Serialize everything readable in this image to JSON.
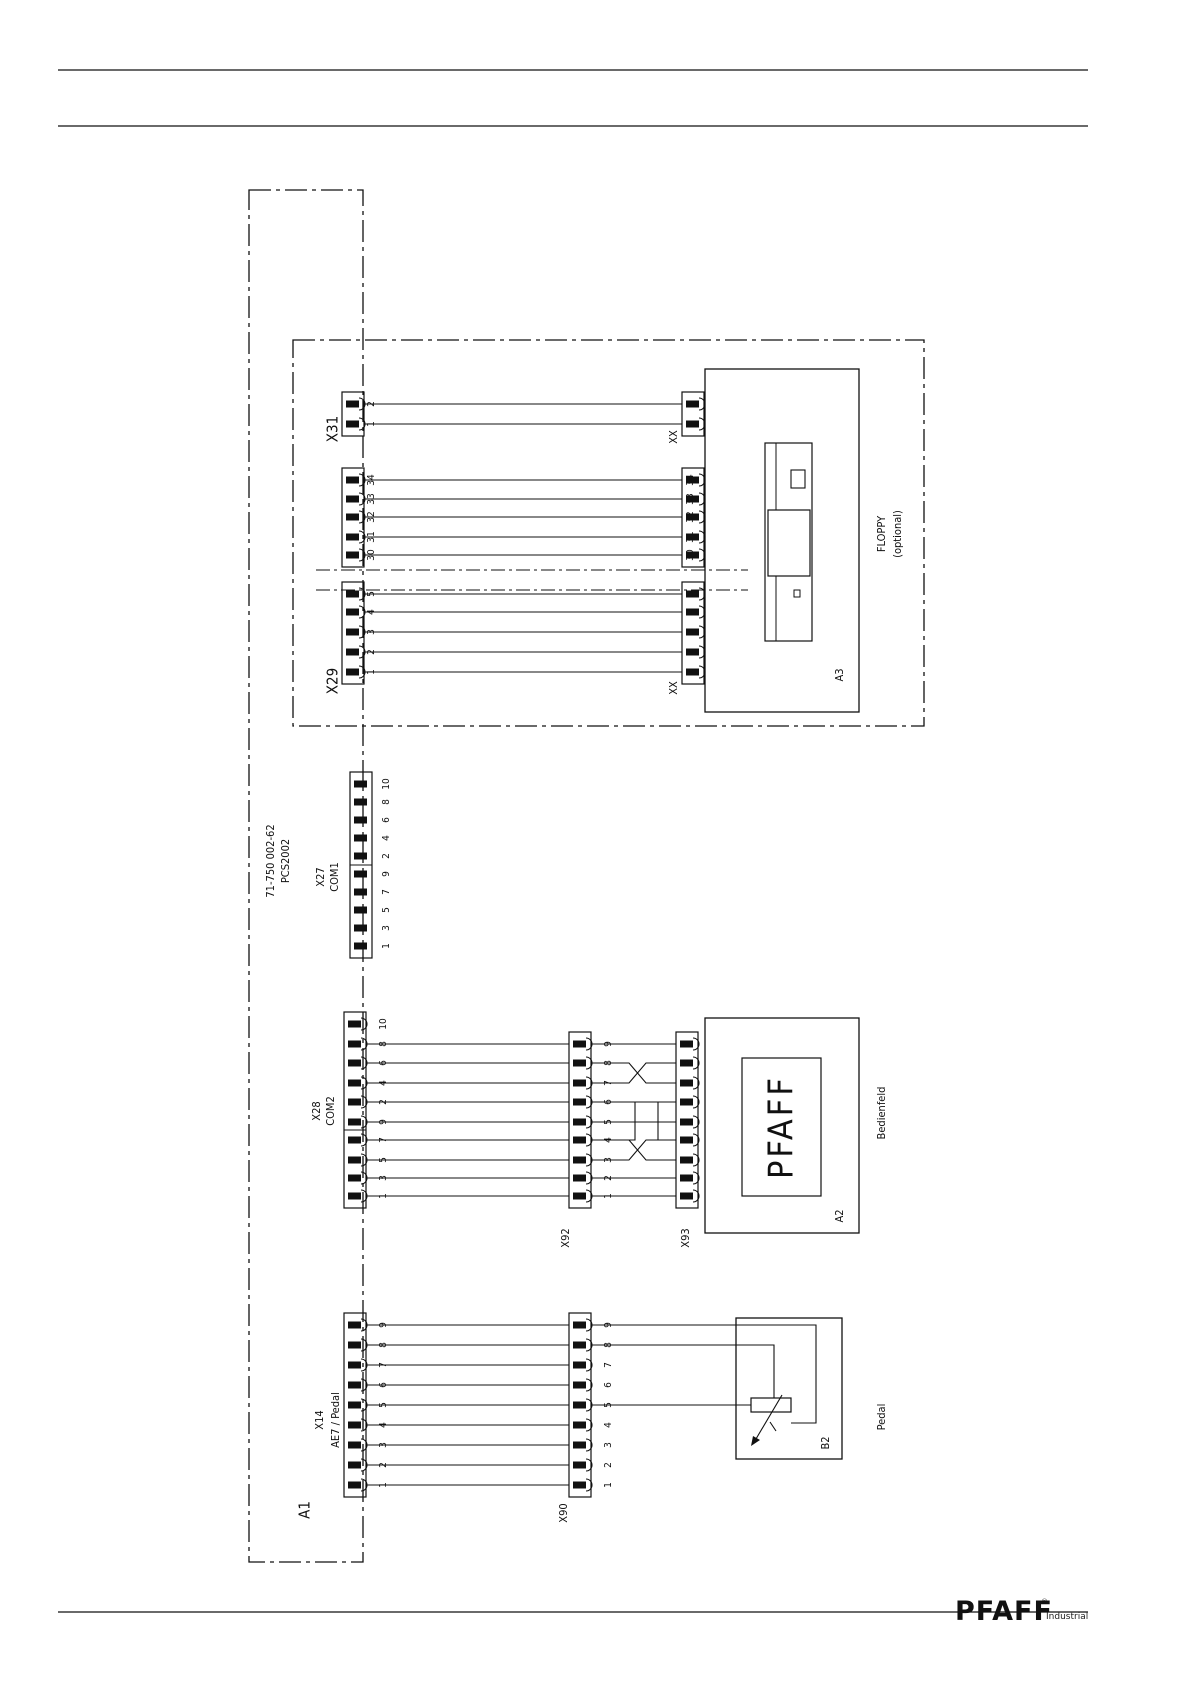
{
  "labels": {
    "a1": "A1",
    "board": [
      "71-750 002-62",
      "PCS2002"
    ],
    "x27": [
      "X27",
      "COM1"
    ],
    "x28": [
      "X28",
      "COM2"
    ],
    "x14": [
      "X14",
      "AE7 / Pedal"
    ],
    "x29": "X29",
    "x31": "X31",
    "xx": "XX",
    "x90": "X90",
    "x92": "X92",
    "x93": "X93",
    "a2": "A2",
    "a3": "A3",
    "b2": "B2",
    "pcb_logo": "PFAFF",
    "floppy": [
      "FLOPPY",
      "(optional)"
    ],
    "bedienfeld": "Bedienfeld",
    "pedal": "Pedal"
  },
  "pins": {
    "x27_left": [
      "1",
      "3",
      "5",
      "7",
      "9"
    ],
    "x27_right": [
      "2",
      "4",
      "6",
      "8",
      "10"
    ],
    "x28": [
      "1",
      "3",
      "5",
      "7",
      "9",
      "2",
      "4",
      "6",
      "8",
      "10"
    ],
    "nine": [
      "1",
      "2",
      "3",
      "4",
      "5",
      "6",
      "7",
      "8",
      "9"
    ],
    "x29_a": [
      "1",
      "2",
      "3",
      "4",
      "5"
    ],
    "x29_b": [
      "30",
      "31",
      "32",
      "33",
      "34"
    ],
    "x31": [
      "1",
      "2"
    ]
  },
  "brand": {
    "name": "PFAFF",
    "reg": "®",
    "suffix": "Industrial"
  }
}
